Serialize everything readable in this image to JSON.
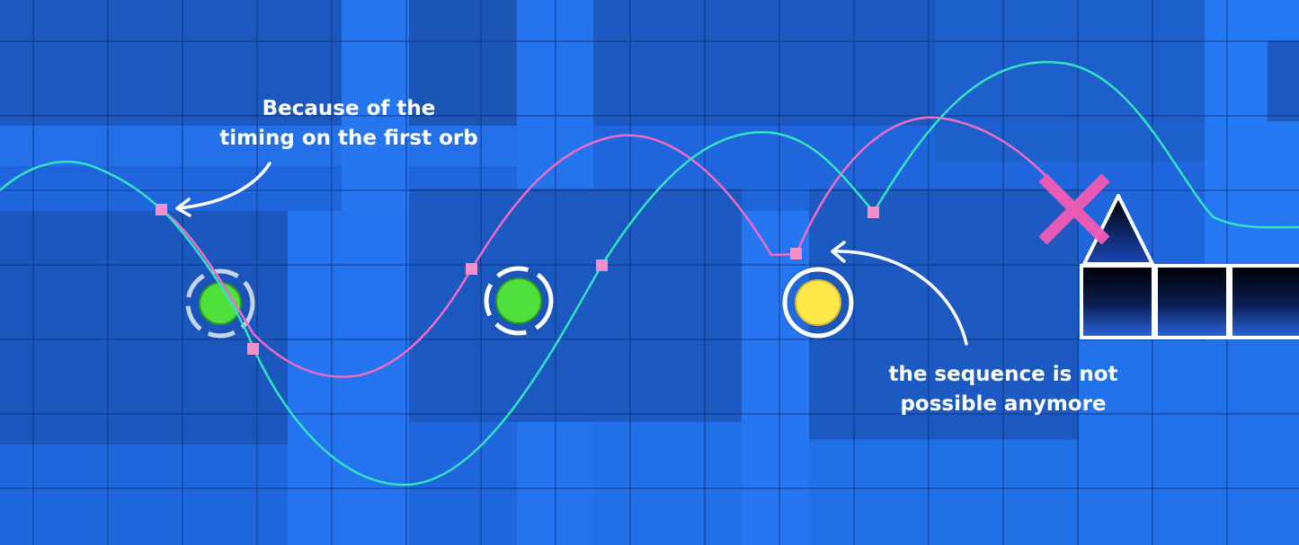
{
  "annotations": {
    "first_orb_note": {
      "line1": "Because of the",
      "line2": "timing on the first orb"
    },
    "sequence_note": {
      "line1": "the sequence is not",
      "line2": "possible anymore"
    }
  },
  "orbs": [
    {
      "kind": "green orb",
      "color": "#4fe03c",
      "ring_style": "dashed"
    },
    {
      "kind": "green orb",
      "color": "#4fe03c",
      "ring_style": "dashed"
    },
    {
      "kind": "yellow orb",
      "color": "#ffe84a",
      "ring_style": "solid"
    }
  ],
  "paths": {
    "original_path_color": "#33e2c2",
    "alternate_path_color": "#f06bc8",
    "click_marker_color": "#f58fc9"
  },
  "fail_marker": {
    "icon": "x-mark-icon",
    "color": "#f25bb6"
  },
  "obstacles": {
    "spike": "spike-icon",
    "blocks": 3
  },
  "colors": {
    "background": "#1f66dc",
    "background_dark": "#1c58bd",
    "background_light": "#2b7cf5",
    "grid_line": "#10307a"
  }
}
